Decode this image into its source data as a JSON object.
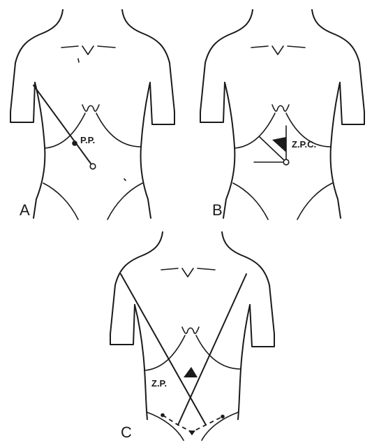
{
  "panels": [
    {
      "letter": "A",
      "label": "P.P."
    },
    {
      "letter": "B",
      "label": "Z.P.C."
    },
    {
      "letter": "C",
      "label": "Z.P."
    }
  ],
  "colors": {
    "ink": "#1a1a1a",
    "paper": "#ffffff"
  }
}
